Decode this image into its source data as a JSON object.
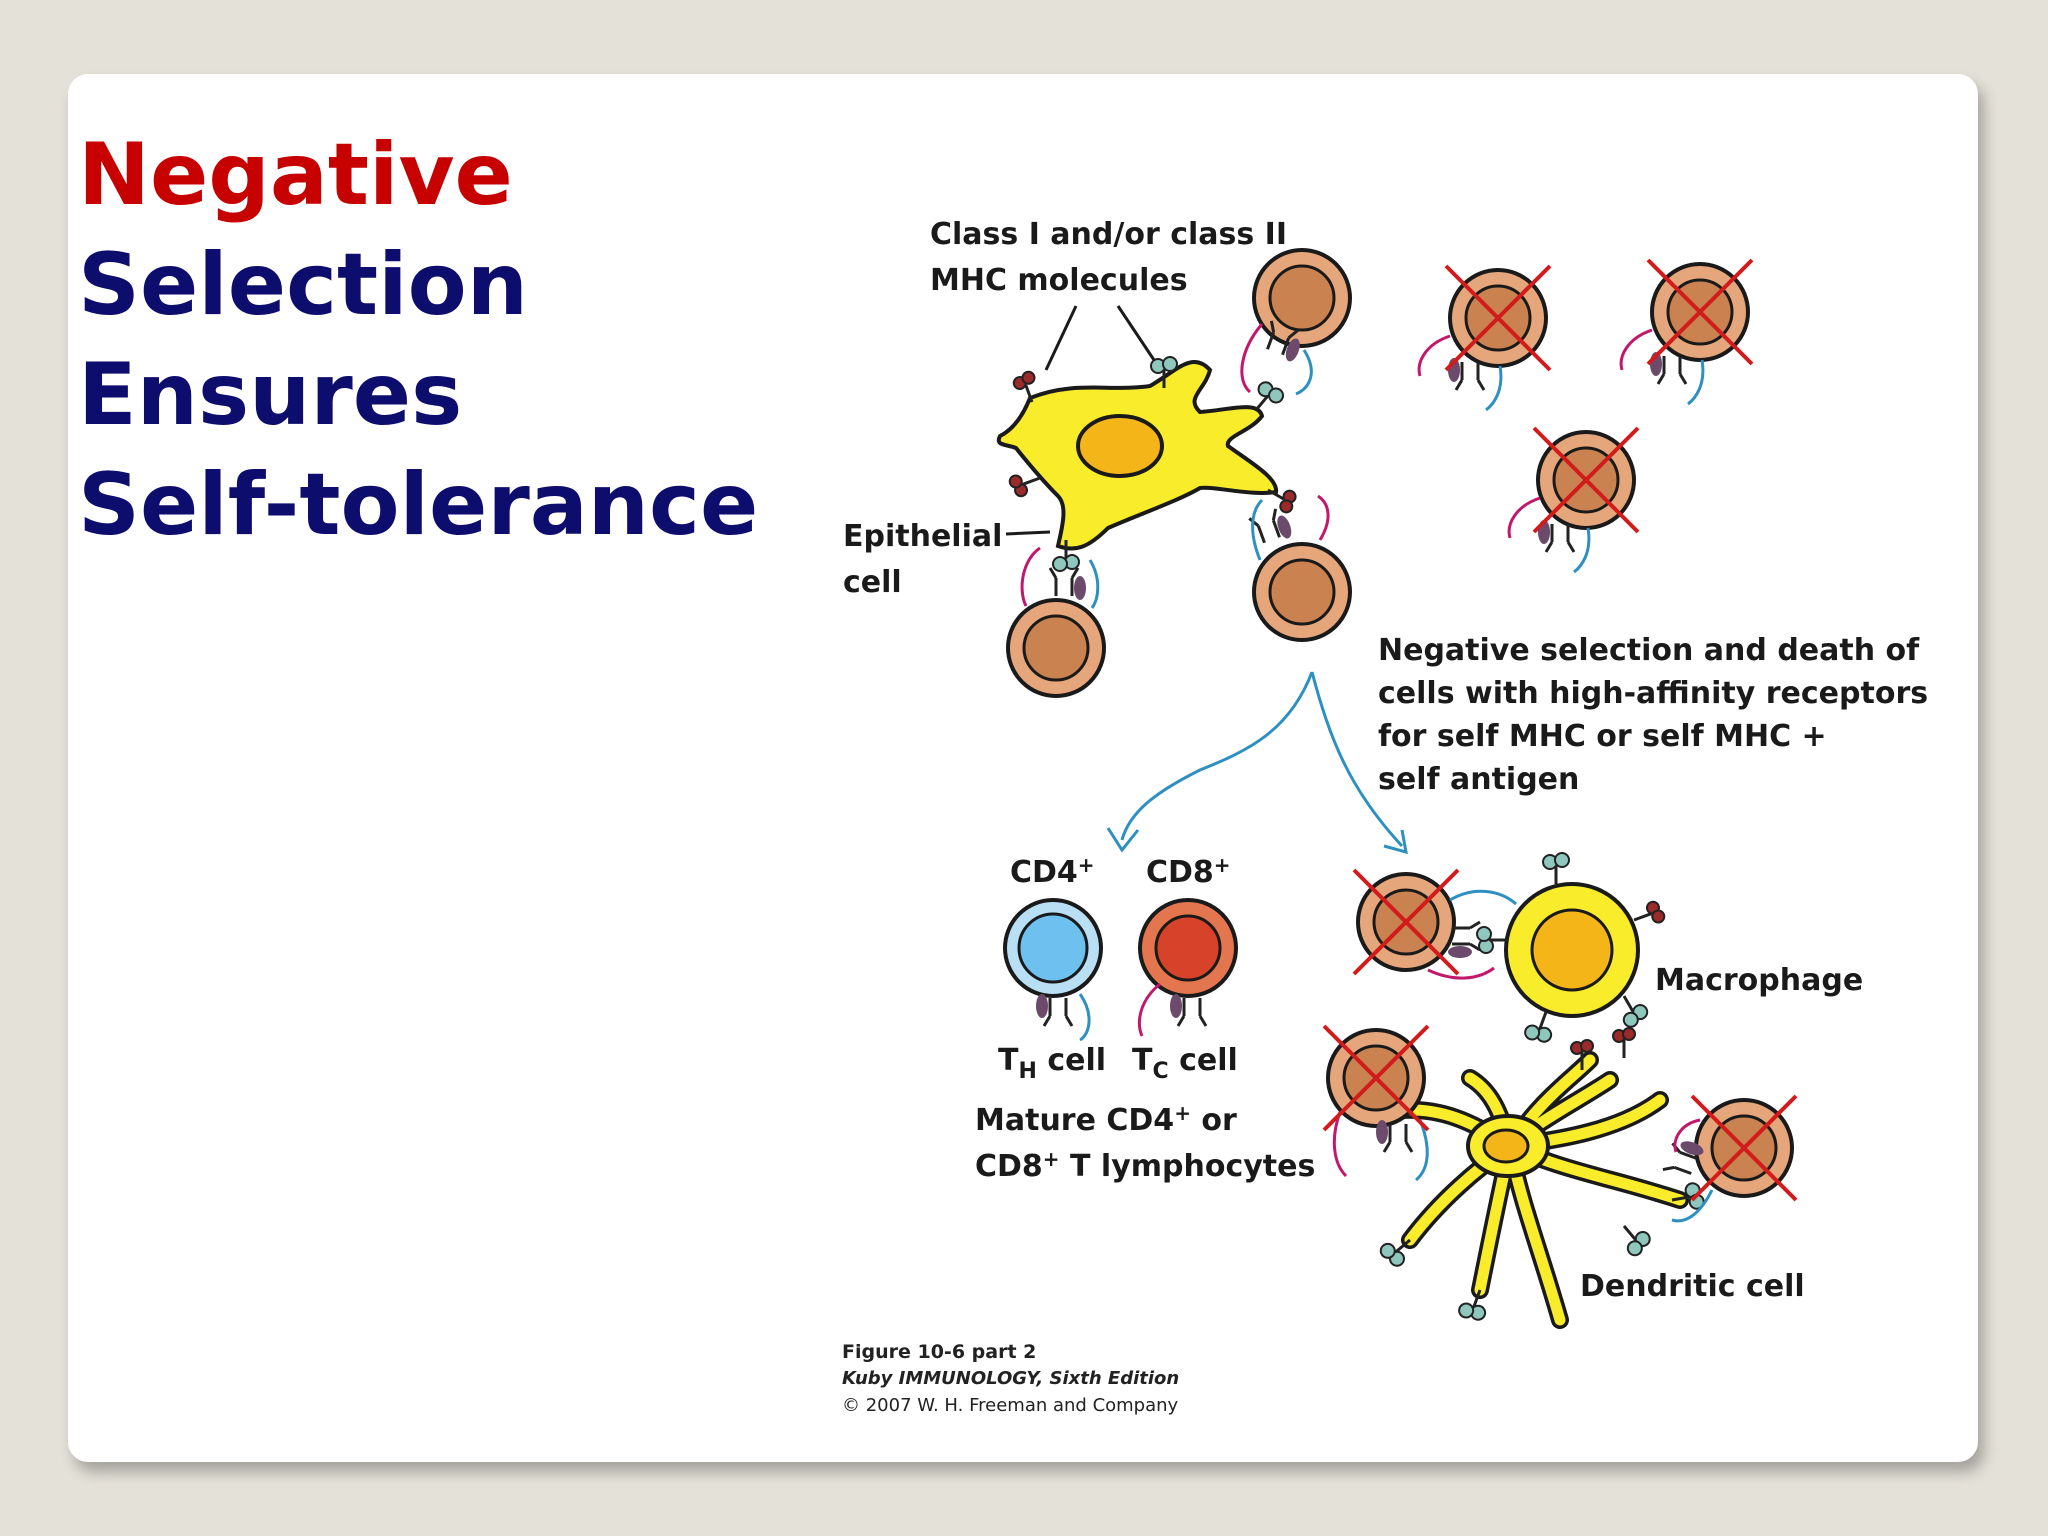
{
  "title": {
    "line1": "Negative",
    "line2": "Selection",
    "line3": "Ensures",
    "line4": "Self-tolerance"
  },
  "labels": {
    "mhc_line1": "Class I and/or class II",
    "mhc_line2": "MHC molecules",
    "epithelial_line1": "Epithelial",
    "epithelial_line2": "cell",
    "negsel_line1": "Negative selection and death of",
    "negsel_line2": "cells with high-affinity receptors",
    "negsel_line3": "for self MHC or self MHC +",
    "negsel_line4": "self antigen",
    "cd4": "CD4",
    "cd4_sup": "+",
    "cd8": "CD8",
    "cd8_sup": "+",
    "th_T": "T",
    "th_sub": "H",
    "th_cell": " cell",
    "tc_T": "T",
    "tc_sub": "C",
    "tc_cell": " cell",
    "mature_line1a": "Mature CD4",
    "mature_sup1": "+",
    "mature_line1b": " or",
    "mature_line2a": "CD8",
    "mature_sup2": "+",
    "mature_line2b": " T lymphocytes",
    "macrophage": "Macrophage",
    "dendritic": "Dendritic cell"
  },
  "credit": {
    "line1": "Figure 10-6 part 2",
    "line2": "Kuby IMMUNOLOGY, Sixth Edition",
    "line3": "© 2007 W. H. Freeman and Company"
  },
  "colors": {
    "title_red": "#c70000",
    "title_navy": "#0d0d6e",
    "epithelial_fill": "#f9ec2a",
    "nucleus_fill": "#f4b518",
    "thymocyte_fill": "#e6a67c",
    "thymocyte_nucleus": "#c98250",
    "th_fill": "#b9dff5",
    "tc_fill": "#e3764f",
    "cross": "#d21b1b",
    "arrow": "#2e8fc1"
  }
}
